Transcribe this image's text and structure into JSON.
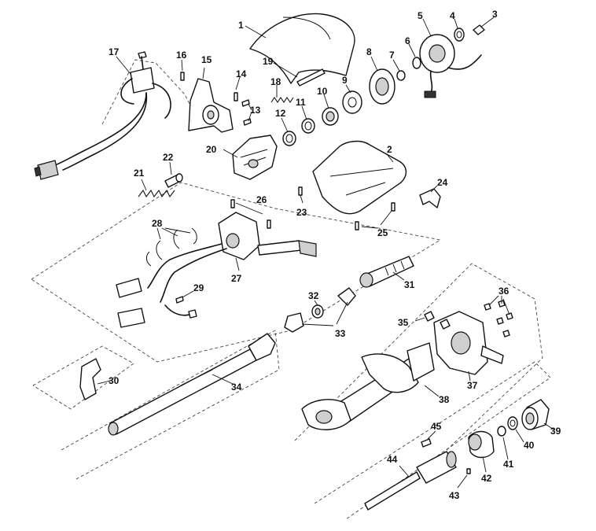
{
  "callouts": [
    "1",
    "2",
    "3",
    "4",
    "5",
    "6",
    "7",
    "8",
    "9",
    "10",
    "11",
    "12",
    "13",
    "14",
    "15",
    "16",
    "17",
    "18",
    "19",
    "20",
    "21",
    "22",
    "23",
    "24",
    "25",
    "26",
    "27",
    "28",
    "29",
    "30",
    "31",
    "32",
    "33",
    "34",
    "35",
    "36",
    "37",
    "38",
    "39",
    "40",
    "41",
    "42",
    "43",
    "44",
    "45"
  ]
}
